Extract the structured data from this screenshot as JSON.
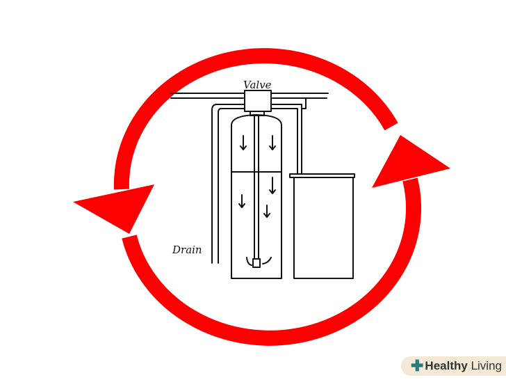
{
  "labels": {
    "valve": "Valve",
    "drain": "Drain"
  },
  "logo": {
    "bold": "Healthy",
    "light": "Living"
  },
  "colors": {
    "cycle_arrow": "#fb0000",
    "sketch": "#111111",
    "logo_bg": "#f3ead6"
  }
}
